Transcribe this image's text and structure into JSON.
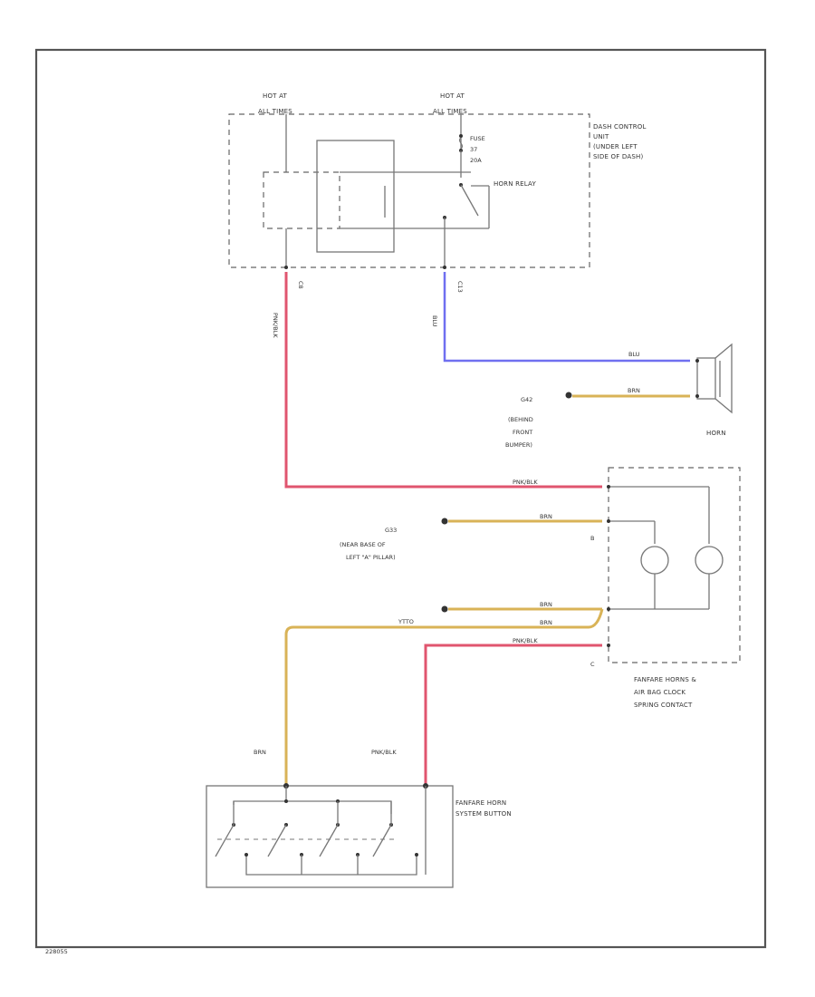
{
  "relay_box": {
    "hot_label_1": [
      "HOT AT",
      "ALL TIMES"
    ],
    "hot_label_2": [
      "HOT AT",
      "ALL TIMES"
    ],
    "fuse": [
      "FUSE",
      "37",
      "20A"
    ],
    "relay_label": "HORN RELAY",
    "unit_label": [
      "DASH CONTROL",
      "UNIT",
      "(UNDER LEFT",
      "SIDE OF DASH)"
    ],
    "pin_left": "C8",
    "pin_right": "C13"
  },
  "wires": {
    "pnk_blk": "PNK/BLK",
    "blu": "BLU",
    "brn": "BRN",
    "ytto": "YTTO"
  },
  "grounds": {
    "g1": [
      "G42",
      "(BEHIND",
      "FRONT",
      "BUMPER)"
    ],
    "g2": [
      "G33",
      "(NEAR BASE OF",
      "LEFT \"A\" PILLAR)"
    ]
  },
  "components": {
    "horn": "HORN",
    "fanfare_box": [
      "FANFARE HORNS &",
      "AIR BAG CLOCK",
      "SPRING CONTACT"
    ],
    "pin_b": "B",
    "pin_c": "C",
    "switch": [
      "FANFARE HORN",
      "SYSTEM BUTTON"
    ]
  },
  "footer": {
    "code": "228055"
  },
  "colors": {
    "pnk": "#e0556f",
    "brn": "#d9b357",
    "blu": "#6f6ff0"
  }
}
